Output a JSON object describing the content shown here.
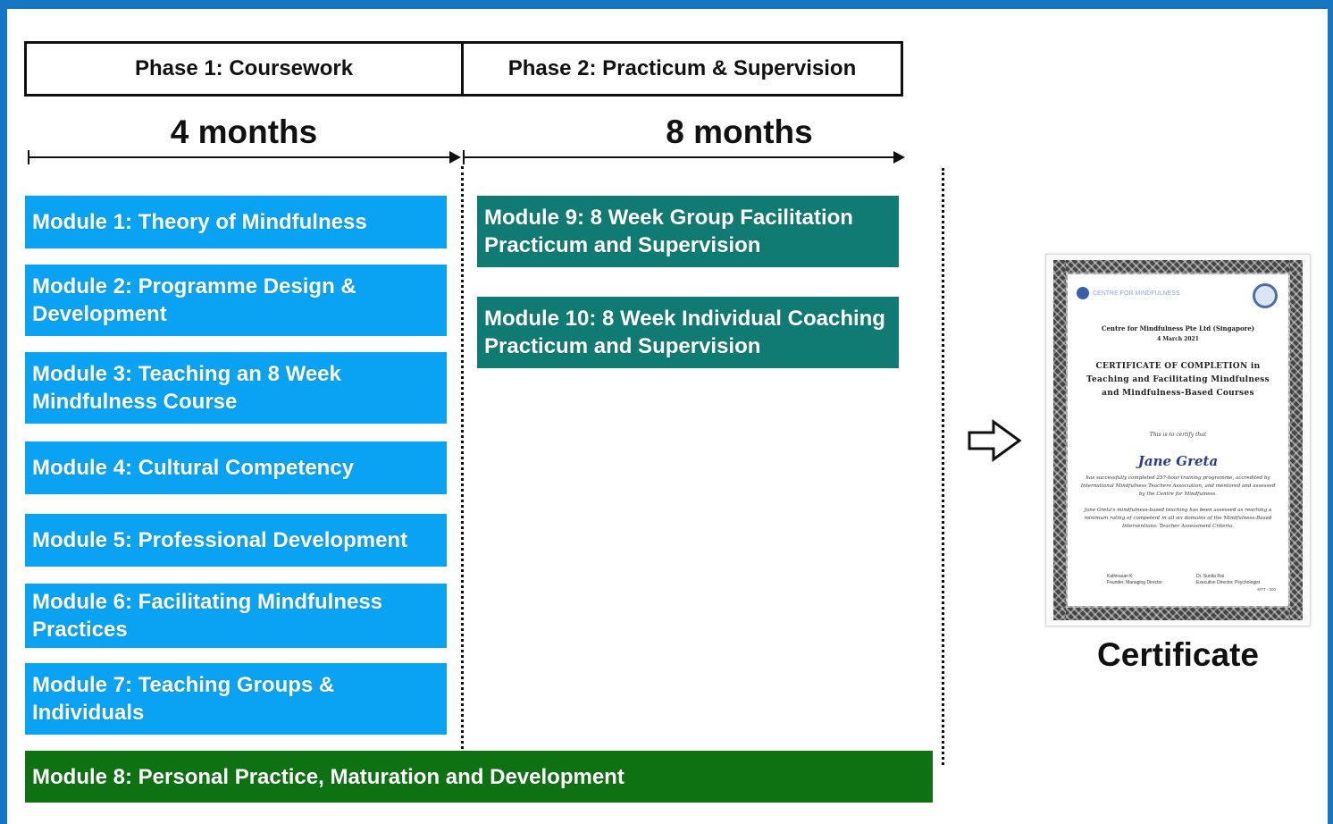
{
  "phases": [
    {
      "title": "Phase 1: Coursework",
      "duration": "4 months"
    },
    {
      "title": "Phase 2: Practicum & Supervision",
      "duration": "8 months"
    }
  ],
  "phase1_modules": [
    "Module 1: Theory of Mindfulness",
    "Module 2: Programme Design & Development",
    "Module 3: Teaching an 8 Week Mindfulness Course",
    "Module 4: Cultural Competency",
    "Module 5: Professional Development",
    "Module 6: Facilitating Mindfulness Practices",
    "Module 7: Teaching Groups & Individuals"
  ],
  "phase2_modules": [
    "Module 9: 8 Week Group Facilitation Practicum and Supervision",
    "Module 10: 8 Week Individual Coaching Practicum and Supervision"
  ],
  "spanning_module": "Module 8: Personal Practice, Maturation and Development",
  "certificate": {
    "caption": "Certificate",
    "logo_text": "CENTRE FOR MINDFULNESS",
    "organisation": "Centre for Mindfulness Pte Ltd (Singapore)",
    "date": "4 March 2021",
    "title": "CERTIFICATE OF COMPLETION in Teaching and Facilitating Mindfulness and Mindfulness-Based Courses",
    "certify_line": "This is to certify that",
    "recipient": "Jane Greta",
    "body1": "has successfully completed 257-hour training programme, accredited by International Mindfulness Teachers Association, and mentored and assessed by the Centre for Mindfulness.",
    "body2": "Jane Greta's mindfulness-based teaching has been assessed as reaching a minimum rating of competent in all six domains of the Mindfulness-Based Interventions: Teacher Assessment Criteria.",
    "signatory1": "Kathirasan K",
    "signatory1_role": "Founder, Managing Director",
    "signatory2": "Dr. Sunita Rai",
    "signatory2_role": "Executive Director, Psychologist",
    "reference": "MTT - 000"
  },
  "colors": {
    "frame_blue": "#1577c1",
    "phase1_module": "#0aa2f2",
    "phase2_module": "#0f7b72",
    "spanning_module": "#0e7112"
  },
  "icons": {
    "arrow": "outlined-right-arrow-icon"
  }
}
